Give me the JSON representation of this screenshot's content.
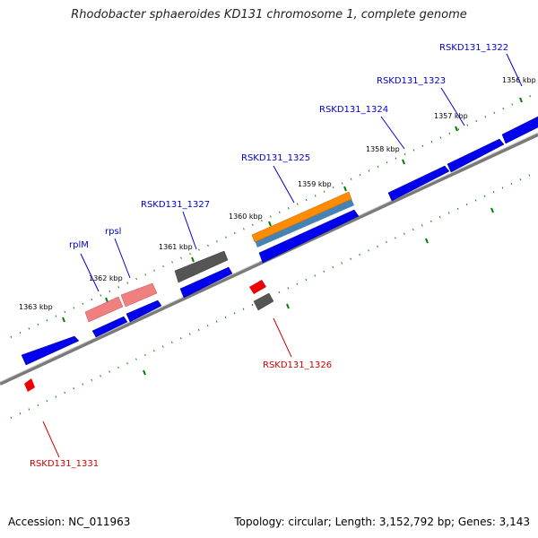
{
  "title": "Rhodobacter sphaeroides KD131 chromosome 1, complete genome",
  "accession": "Accession: NC_011963",
  "summary": "Topology: circular; Length: 3,152,792 bp; Genes: 3,143",
  "colors": {
    "forward_label": "#0000cc",
    "reverse_label": "#cc0000",
    "cds_forward": "#0000ee",
    "cds_reverse": "#ee0000",
    "pseudo": "#555555",
    "rrna": "#f08080",
    "highlight_orange": "#ff8c00",
    "highlight_steel": "#4682b4",
    "tick": "#008000",
    "backbone": "#808080"
  },
  "kbp_ticks": [
    "1363 kbp",
    "1362 kbp",
    "1361 kbp",
    "1360 kbp",
    "1359 kbp",
    "1358 kbp",
    "1357 kbp",
    "1356 kbp"
  ],
  "gene_labels": {
    "rsk1322": "RSKD131_1322",
    "rsk1323": "RSKD131_1323",
    "rsk1324": "RSKD131_1324",
    "rsk1325": "RSKD131_1325",
    "rsk1326": "RSKD131_1326",
    "rsk1327": "RSKD131_1327",
    "rpsl": "rpsl",
    "rplm": "rplM",
    "rsk1331": "RSKD131_1331"
  }
}
